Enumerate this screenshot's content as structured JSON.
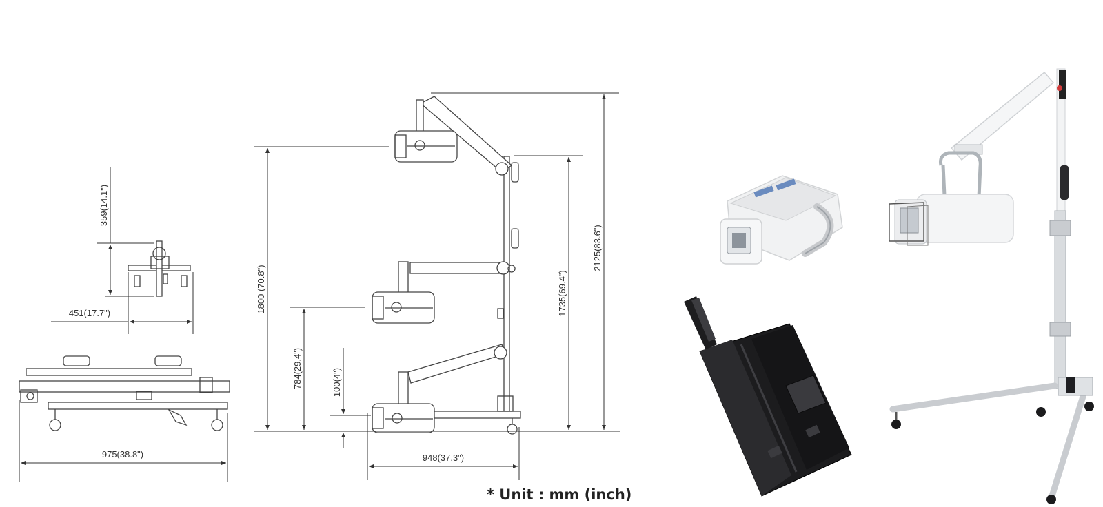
{
  "dimensions": {
    "width_folded": "975(38.8\")",
    "depth_folded": "451(17.7\")",
    "height_folded": "359(14.1\")",
    "height_mid": "1800 (70.8\")",
    "height_low": "784(29.4\")",
    "height_min": "100(4\")",
    "base_length": "948(37.3\")",
    "column_height": "1735(69.4\")",
    "max_height": "2125(83.6\")"
  },
  "unit_note": "* Unit : mm (inch)",
  "product_images": [
    "portable-xray-generator",
    "carrying-case",
    "mobile-stand-with-generator"
  ]
}
